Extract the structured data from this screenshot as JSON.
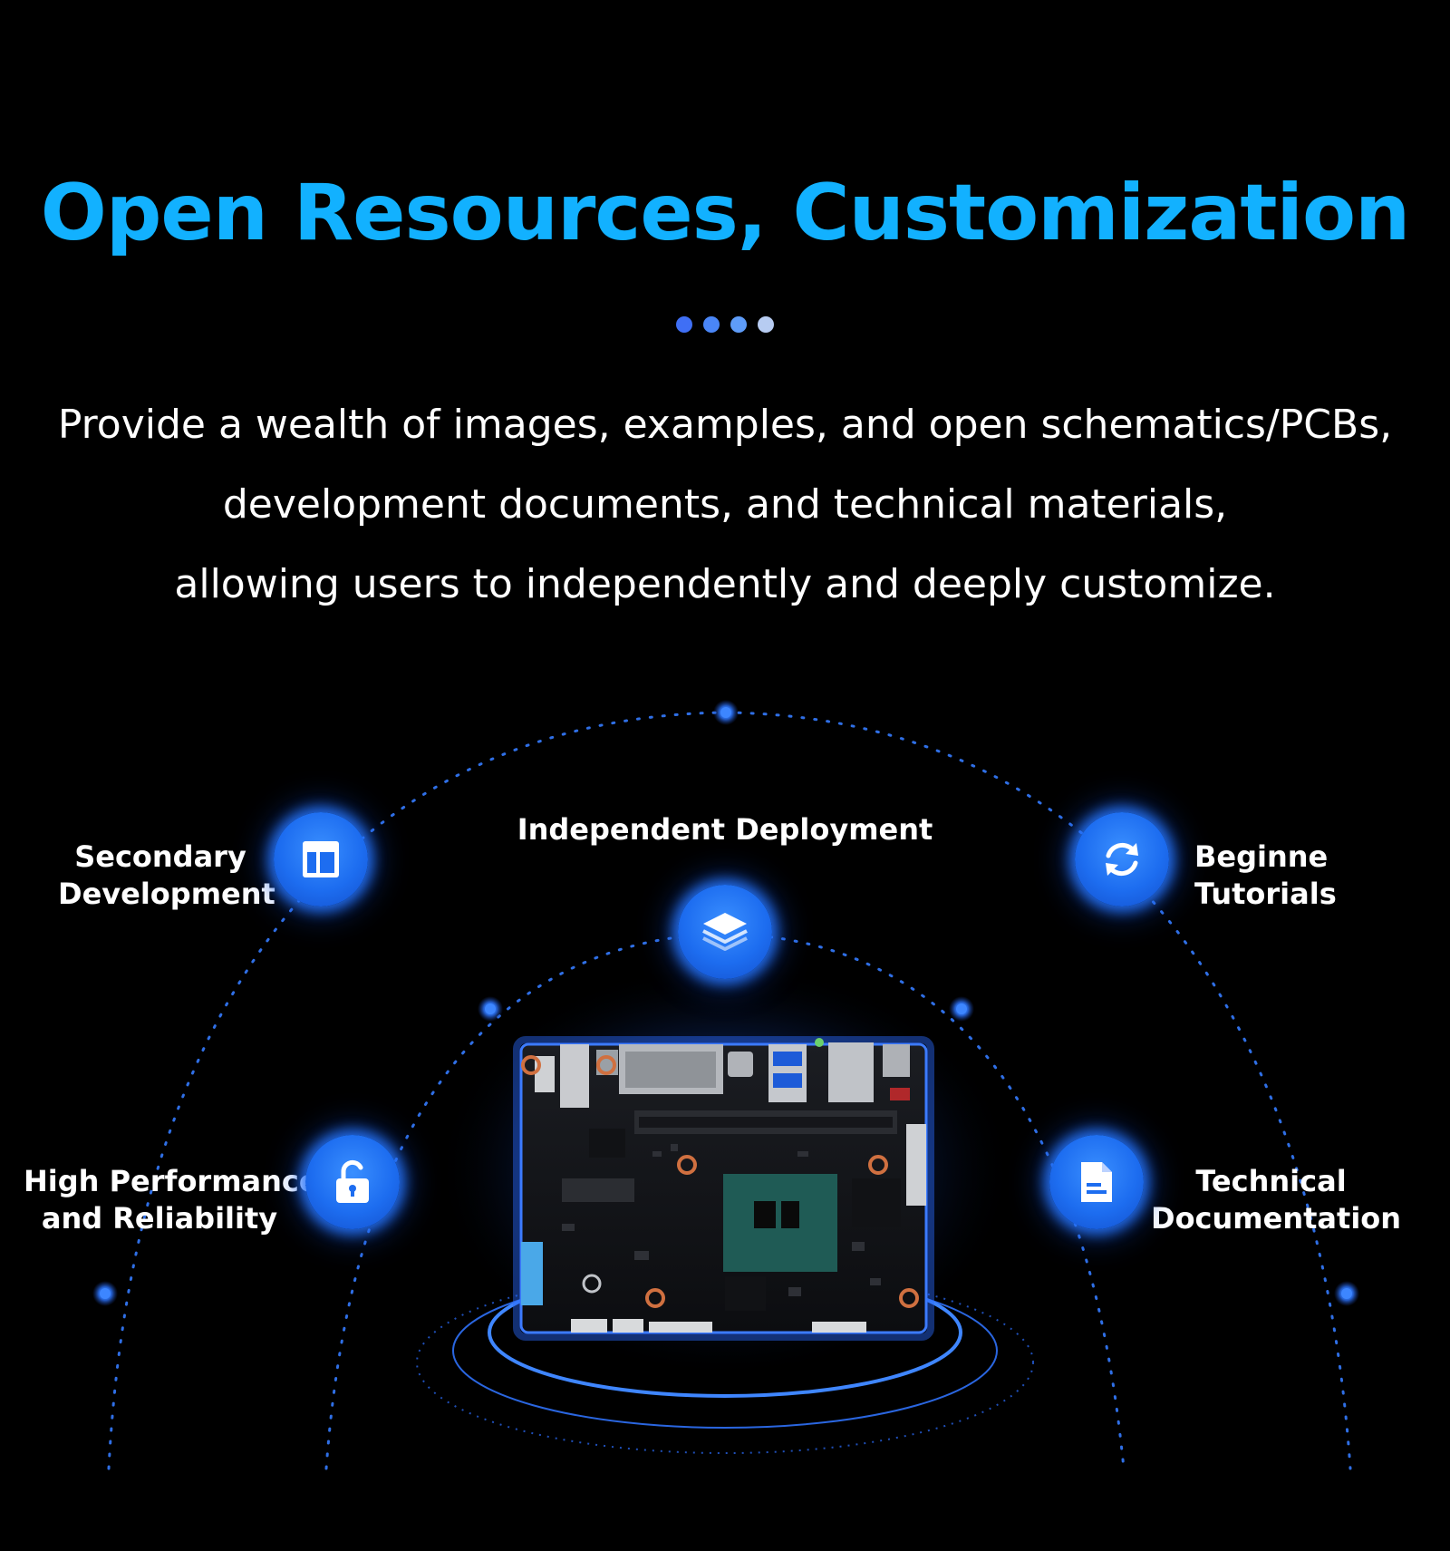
{
  "headline": "Open Resources, Customization",
  "pager_dots": [
    "#3f6ff5",
    "#4a86f7",
    "#5e9cf8",
    "#b7ccf2"
  ],
  "description_lines": [
    "Provide a wealth of images, examples, and open schematics/PCBs,",
    "development documents, and technical materials,",
    "allowing users to independently and deeply customize."
  ],
  "features": {
    "secondary_development": {
      "line1": "Secondary",
      "line2": "Development",
      "icon": "layout-panel-icon"
    },
    "independent_deployment": {
      "label": "Independent Deployment",
      "icon": "layers-stack-icon"
    },
    "beginner_tutorials": {
      "line1": "Beginne",
      "line2": "Tutorials",
      "icon": "refresh-cycle-icon"
    },
    "high_performance": {
      "line1": "High Performance",
      "line2": "and Reliability",
      "icon": "unlocked-padlock-icon"
    },
    "technical_documentation": {
      "line1": "Technical",
      "line2": "Documentation",
      "icon": "document-icon"
    }
  },
  "colors": {
    "background": "#000000",
    "headline": "#12b1ff",
    "node_blue": "#1d6df0",
    "dotted_arc": "#2f6fe6"
  },
  "product": "embedded-motherboard-image"
}
